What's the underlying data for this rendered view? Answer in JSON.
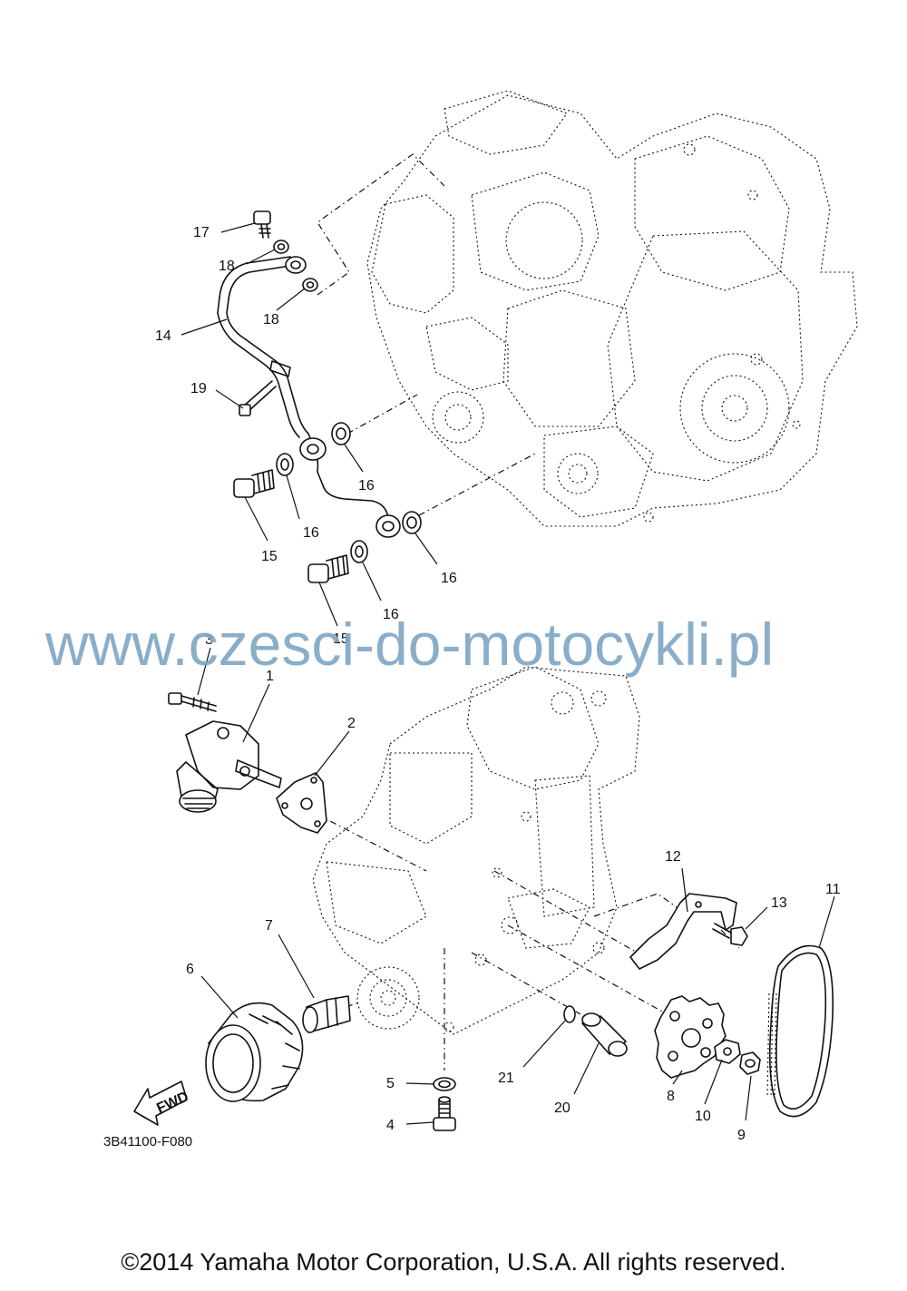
{
  "watermark": "www.czesci-do-motocykli.pl",
  "catalog_code": "3B41100-F080",
  "copyright": "©2014 Yamaha Motor Corporation, U.S.A. All rights reserved.",
  "fwd_label": "FWD",
  "callouts": {
    "c1": "1",
    "c2": "2",
    "c3": "3",
    "c4": "4",
    "c5": "5",
    "c6": "6",
    "c7": "7",
    "c8": "8",
    "c9": "9",
    "c10": "10",
    "c11": "11",
    "c12": "12",
    "c13": "13",
    "c14": "14",
    "c15a": "15",
    "c15b": "15",
    "c16a": "16",
    "c16b": "16",
    "c16c": "16",
    "c16d": "16",
    "c17": "17",
    "c18a": "18",
    "c18b": "18",
    "c19": "19",
    "c20": "20",
    "c21": "21"
  }
}
